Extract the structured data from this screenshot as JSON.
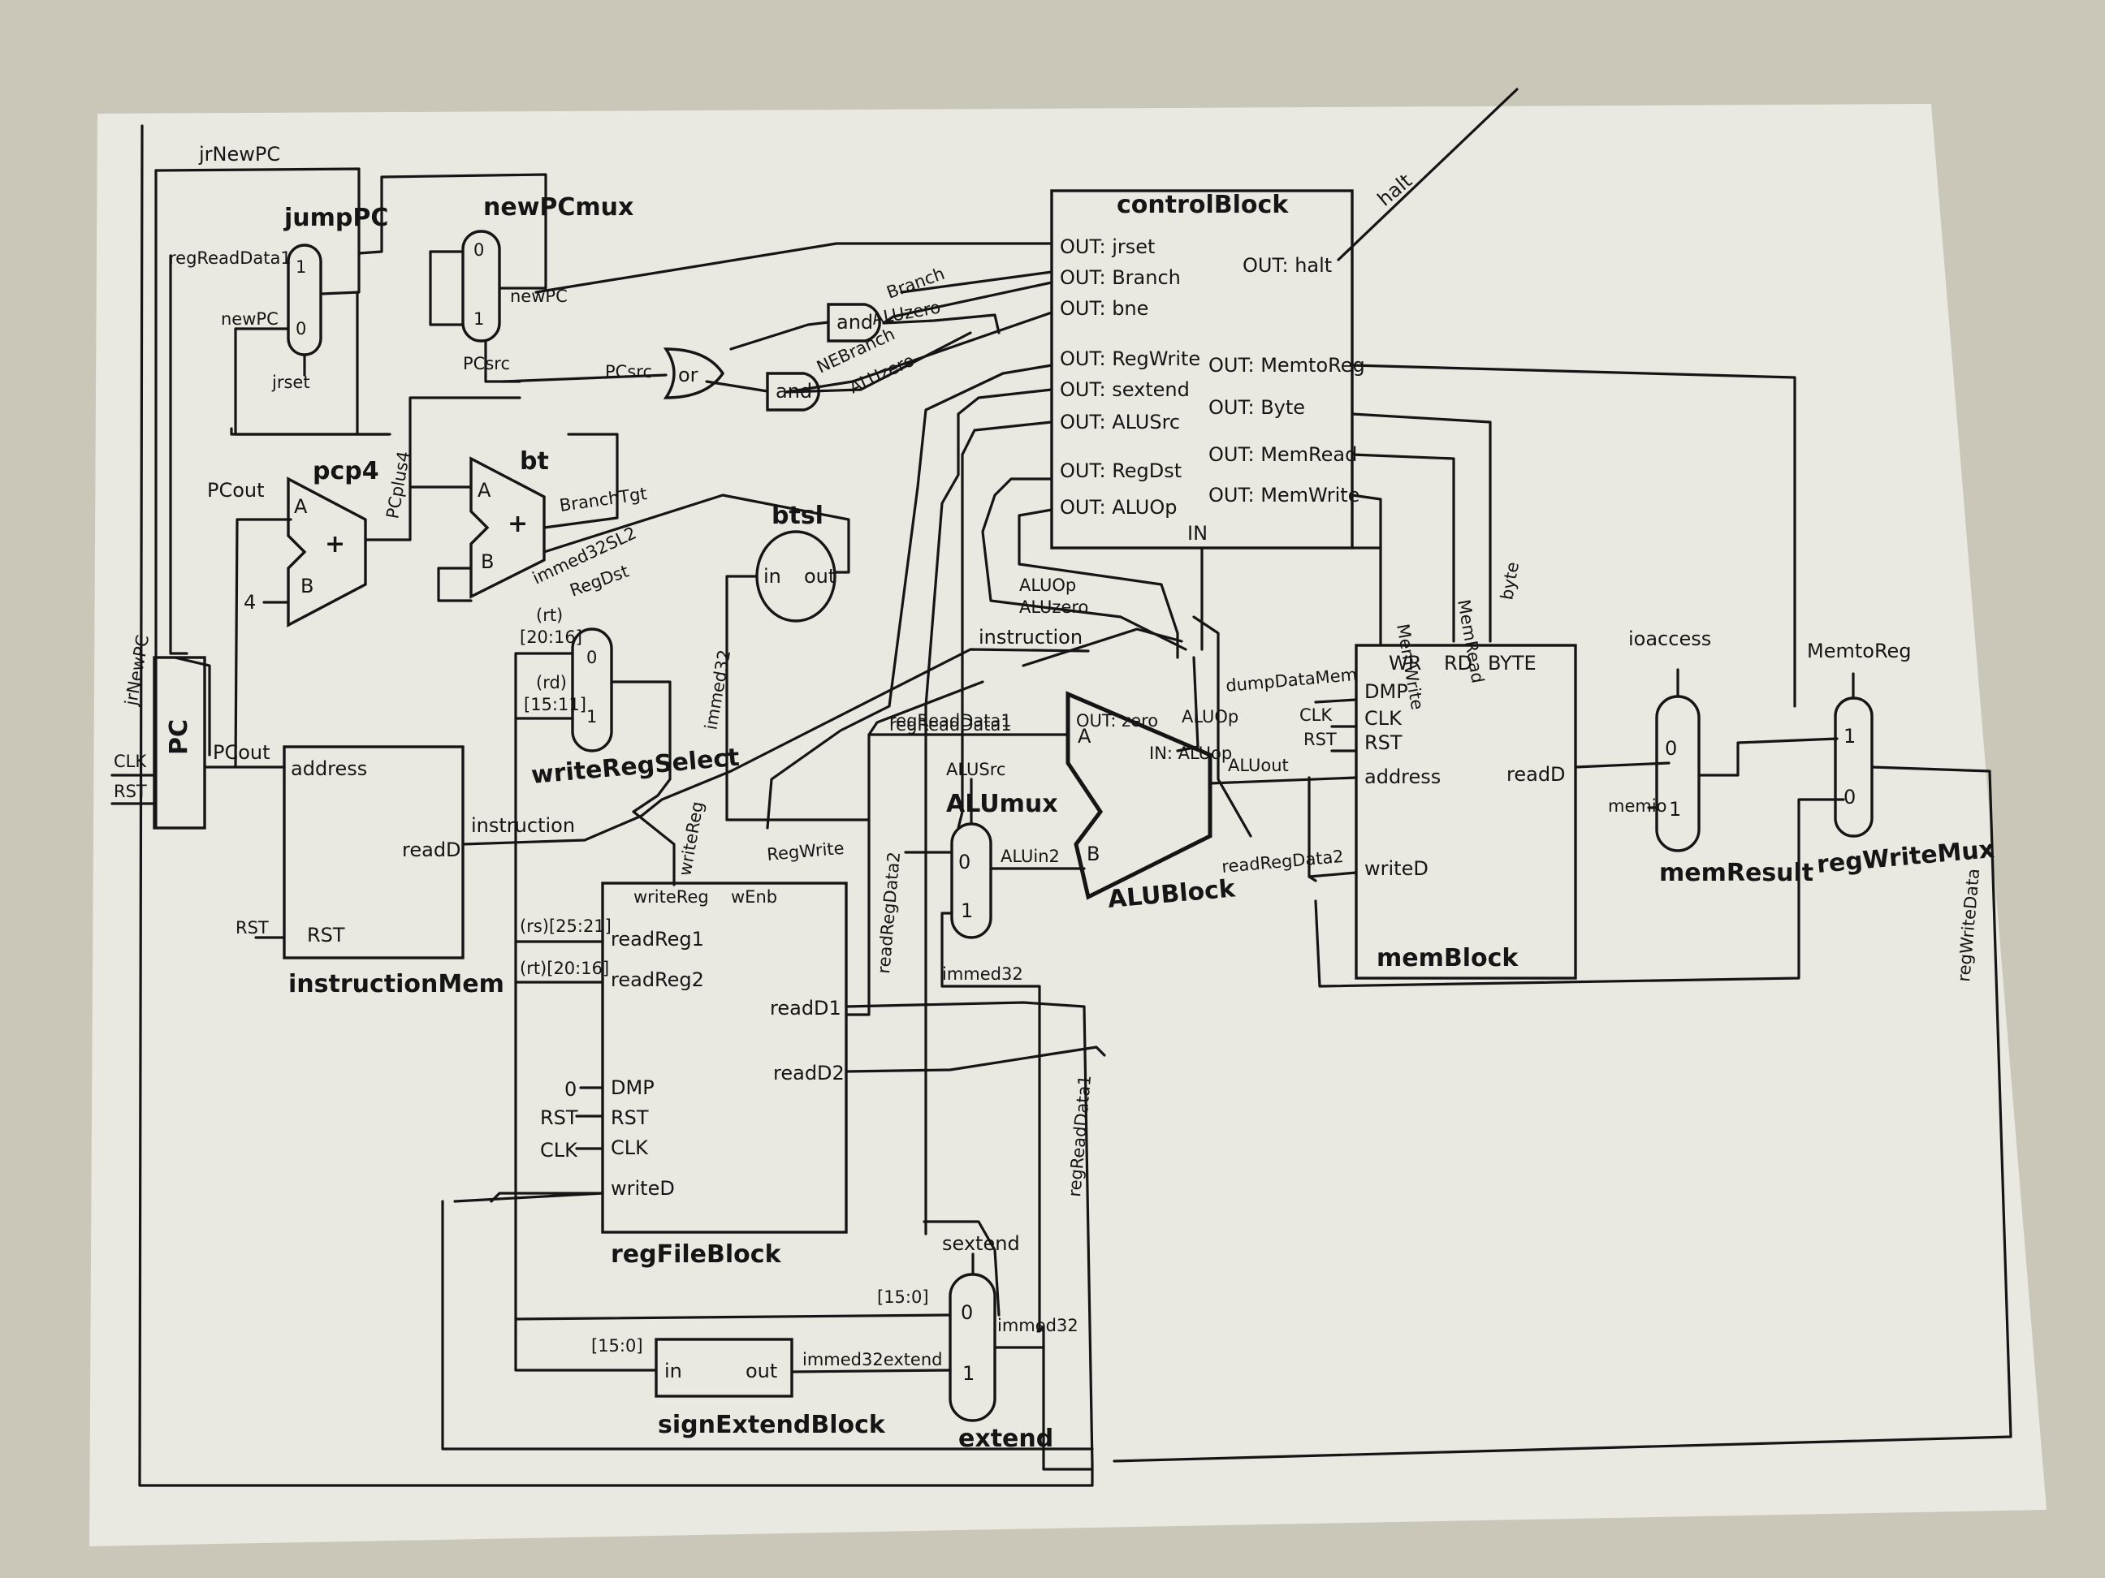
{
  "blocks": {
    "pc": {
      "name": "PC",
      "in_clk": "CLK",
      "in_rst": "RST",
      "out": "PCout",
      "jr": "jrNewPC"
    },
    "pcp4": {
      "name": "pcp4",
      "a": "A",
      "b": "B",
      "op": "+",
      "in_a": "PCout",
      "in_b": "4",
      "out": "PCplus4"
    },
    "bt": {
      "name": "bt",
      "a": "A",
      "b": "B",
      "op": "+",
      "out": "BranchTgt",
      "in_b": "immed32SL2"
    },
    "btsl": {
      "name": "btsl",
      "in": "in",
      "out": "out"
    },
    "jumpPC": {
      "name": "jumpPC",
      "top": "jrNewPC",
      "in1_label": "regReadData1",
      "in0_label": "newPC",
      "sel": "jrset",
      "p1": "1",
      "p0": "0"
    },
    "newPCmux": {
      "name": "newPCmux",
      "out": "newPC",
      "sel": "PCsrc",
      "p0": "0",
      "p1": "1"
    },
    "gates": {
      "and1": "and",
      "and2": "and",
      "or1": "or",
      "branch": "Branch",
      "aluzero1": "ALUzero",
      "nebranch": "NEBranch",
      "aluzero2": "ALUzero",
      "pcsrc": "PCsrc"
    },
    "control": {
      "name": "controlBlock",
      "left_outs": [
        "OUT: jrset",
        "OUT: Branch",
        "OUT: bne",
        "OUT: RegWrite",
        "OUT: sextend",
        "OUT: ALUSrc",
        "OUT: RegDst",
        "OUT: ALUOp"
      ],
      "right_outs": [
        "OUT: halt",
        "OUT: MemtoReg",
        "OUT: Byte",
        "OUT: MemRead",
        "OUT: MemWrite"
      ],
      "in": "IN",
      "halt": "halt"
    },
    "instrMem": {
      "name": "instructionMem",
      "address": "address",
      "readD": "readD",
      "rst": "RST",
      "rst_in": "RST",
      "out": "instruction"
    },
    "writeRegSelect": {
      "name": "writeRegSelect",
      "regdst": "RegDst",
      "rt": "(rt)",
      "rt_bits": "[20:16]",
      "rd": "(rd)",
      "rd_bits": "[15:11]",
      "p0": "0",
      "p1": "1",
      "out": "writeReg"
    },
    "regFile": {
      "name": "regFileBlock",
      "top_labels": [
        "writeReg",
        "wEnb"
      ],
      "inputs": [
        "readReg1",
        "readReg2",
        "DMP",
        "RST",
        "CLK",
        "writeD"
      ],
      "outputs": [
        "readD1",
        "readD2"
      ],
      "rs": "(rs)[25:21]",
      "rt": "(rt)[20:16]",
      "dmp_in": "0",
      "rst_in": "RST",
      "clk_in": "CLK",
      "regwrite": "RegWrite",
      "immed32": "immed32"
    },
    "aluMux": {
      "name": "ALUmux",
      "sel": "ALUSrc",
      "p0": "0",
      "p1": "1",
      "out": "ALUin2",
      "in_immed": "immed32",
      "in_rd2": "readRegData2"
    },
    "alu": {
      "name": "ALUBlock",
      "a": "A",
      "b": "B",
      "out_zero": "OUT: zero",
      "in_aluop": "IN: ALUop",
      "out": "ALUout",
      "aluop": "ALUOp",
      "aluop2": "ALUop",
      "aluzero": "ALUzero",
      "in_a": "regReadData1"
    },
    "memBlock": {
      "name": "memBlock",
      "top_labels": [
        "WR",
        "RD",
        "BYTE"
      ],
      "inputs": [
        "DMP",
        "CLK",
        "RST",
        "address",
        "writeD"
      ],
      "output": "readD",
      "dump_in": "dumpDataMem",
      "clk_in": "CLK",
      "rst_in": "RST",
      "memwrite": "MemWrite",
      "memread": "MemRead",
      "byte": "byte",
      "writeD_in": "readRegData2"
    },
    "memResult": {
      "name": "memResult",
      "sel": "ioaccess",
      "p0": "0",
      "p1": "1",
      "in1": "memio"
    },
    "regWriteMux": {
      "name": "regWriteMux",
      "sel": "MemtoReg",
      "p1": "1",
      "p0": "0",
      "out": "regWriteData"
    },
    "extend": {
      "name": "extend",
      "sel": "sextend",
      "p0": "0",
      "p1": "1",
      "in0_bits": "[15:0]",
      "out": "immed32",
      "in1": "immed32extend"
    },
    "signExtend": {
      "name": "signExtendBlock",
      "in": "in",
      "out": "out",
      "bits": "[15:0]"
    },
    "misc": {
      "instruction": "instruction",
      "regReadData1": "regReadData1",
      "regReadData2": "readRegData2",
      "readRegData1b": "regReadData1",
      "aluop_wire": "ALUOp",
      "aluzero_wire": "ALUzero",
      "regdst_wire": "RegDst"
    }
  }
}
